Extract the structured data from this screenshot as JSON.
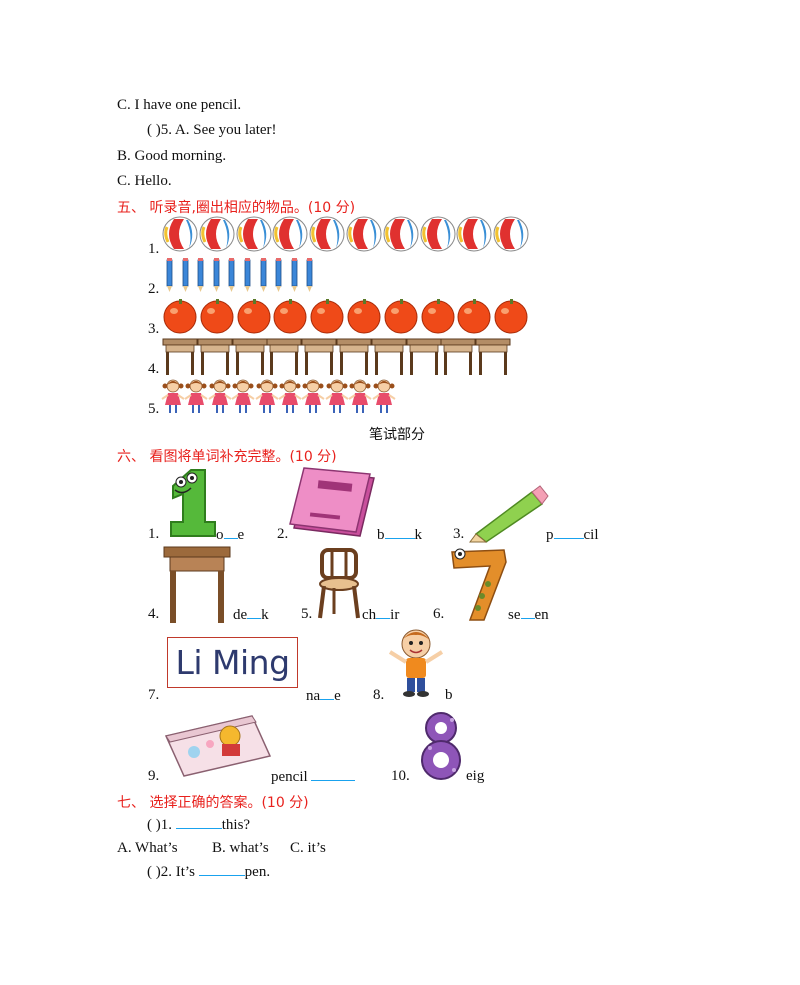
{
  "lines": {
    "c_pencil": "C. I have one pencil.",
    "q5_paren": "(      )5. A. See you later!",
    "b_morning": "B. Good morning.",
    "c_hello": "C. Hello."
  },
  "section5": {
    "title": "五、 听录音,圈出相应的物品。(10 分)",
    "numbers": [
      "1.",
      "2.",
      "3.",
      "4.",
      "5."
    ],
    "rows": [
      {
        "item": "beach-ball",
        "count": 10
      },
      {
        "item": "pencil",
        "count": 10
      },
      {
        "item": "orange",
        "count": 10
      },
      {
        "item": "desk",
        "count": 10
      },
      {
        "item": "girl",
        "count": 10
      }
    ]
  },
  "written_title": "笔试部分",
  "section6": {
    "title": "六、 看图将单词补充完整。(10 分)",
    "items": [
      {
        "num": "1.",
        "pre": "o",
        "post": "e",
        "picture": "number-one-icon"
      },
      {
        "num": "2.",
        "pre": "b",
        "post": "k",
        "picture": "book-icon"
      },
      {
        "num": "3.",
        "pre": "p",
        "post": "cil",
        "picture": "pencil-icon"
      },
      {
        "num": "4.",
        "pre": "de",
        "post": "k",
        "picture": "desk-icon"
      },
      {
        "num": "5.",
        "pre": "ch",
        "post": "ir",
        "picture": "chair-icon"
      },
      {
        "num": "6.",
        "pre": "se",
        "post": "en",
        "picture": "number-seven-icon"
      },
      {
        "num": "7.",
        "pre": "na",
        "post": "e",
        "picture": "name-card"
      },
      {
        "num": "8.",
        "pre": "",
        "post": "b",
        "picture": "boy-icon"
      },
      {
        "num": "9.",
        "pre": "pencil",
        "post": "",
        "picture": "pencil-case-icon"
      },
      {
        "num": "10.",
        "pre": "eig",
        "post": "",
        "picture": "number-eight-icon"
      }
    ],
    "name_card_text": "Li Ming"
  },
  "section7": {
    "title": "七、 选择正确的答案。(10 分)",
    "q1_paren": "(      )1.",
    "q1_post": "this?",
    "options": [
      "A. What’s",
      "B. what’s",
      "C. it’s"
    ],
    "q2_paren": "(      )2. It’s",
    "q2_post": "pen."
  },
  "colors": {
    "section_title": "#e8211d",
    "blank_underline": "#19a2ee"
  }
}
